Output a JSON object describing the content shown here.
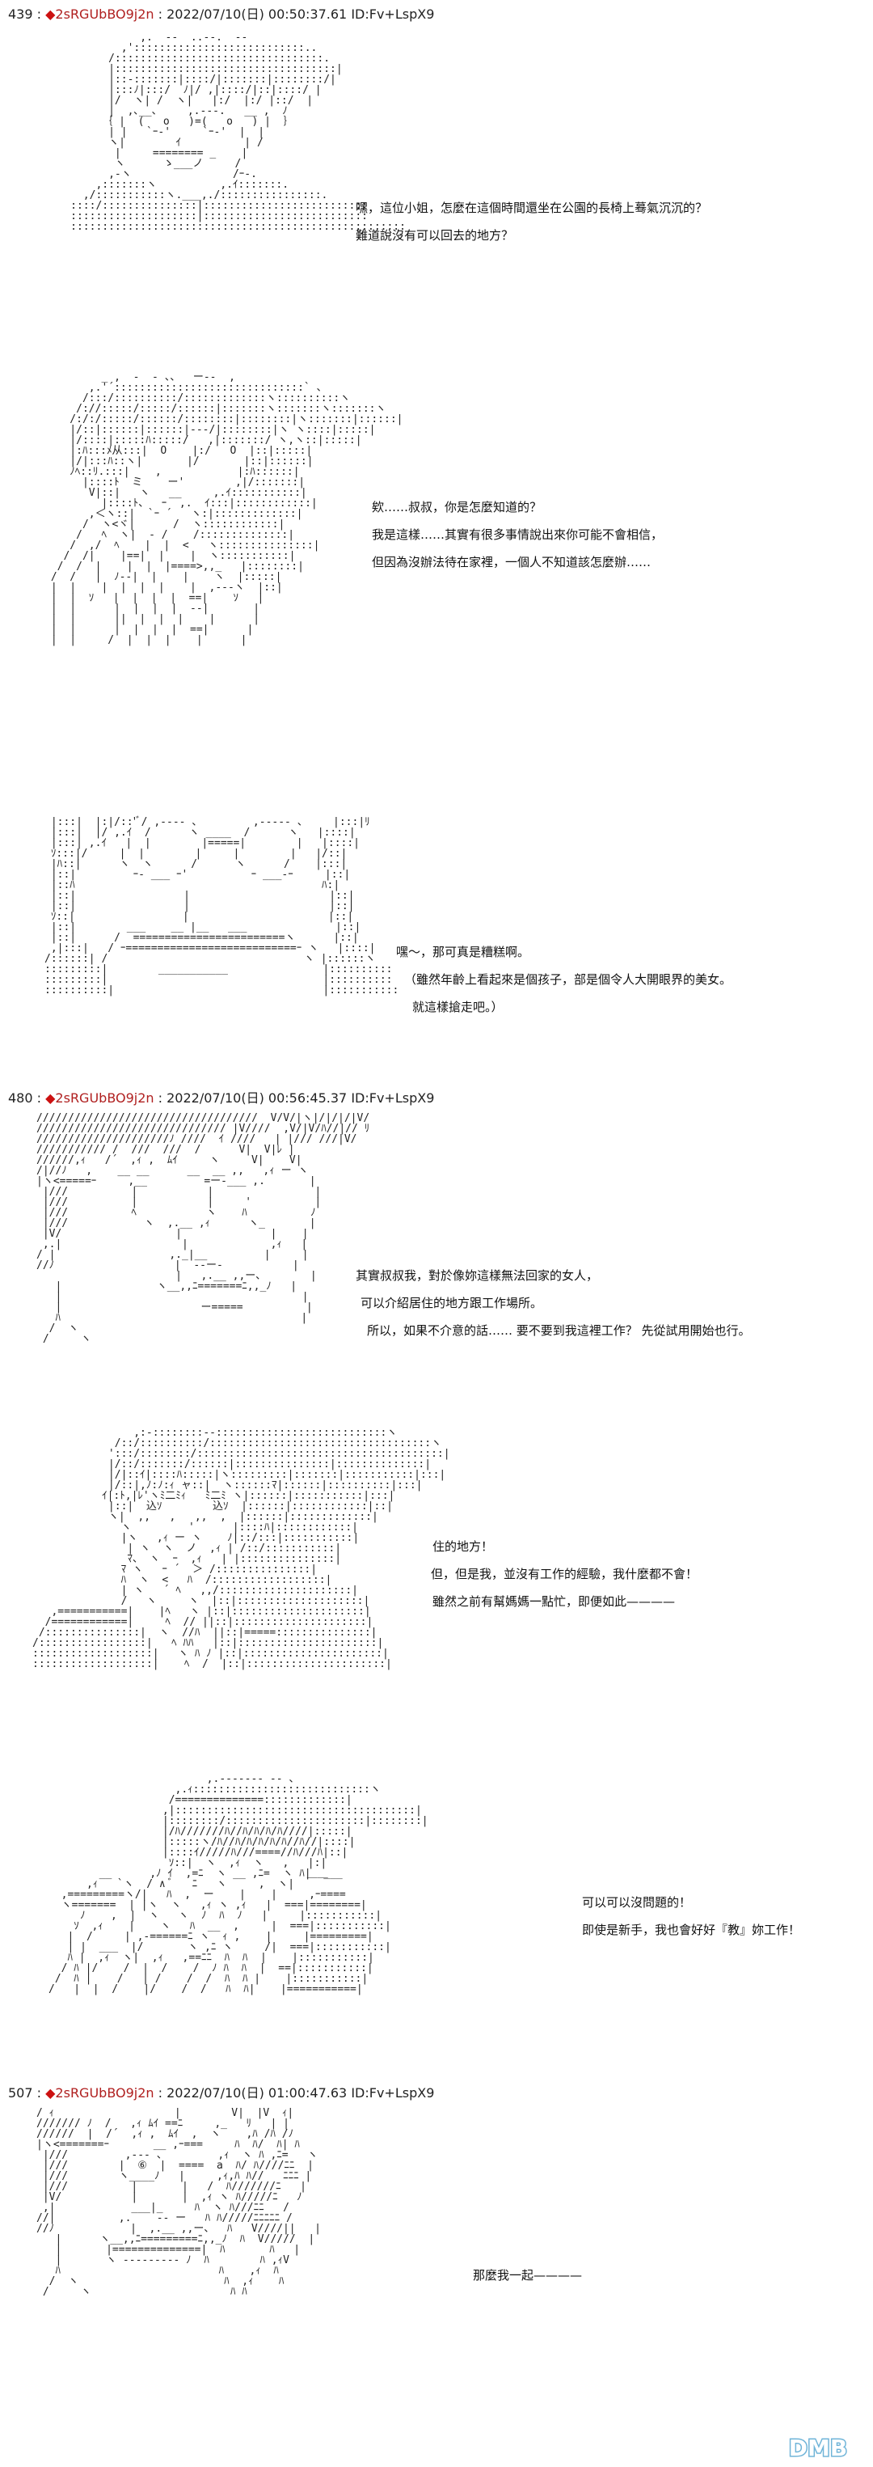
{
  "posts": [
    {
      "number": "439",
      "name": "2sRGUbBO9j2n",
      "date": "2022/07/10(日) 00:50:37.61",
      "id": "ID:Fv+LspX9"
    },
    {
      "number": "480",
      "name": "2sRGUbBO9j2n",
      "date": "2022/07/10(日) 00:56:45.37",
      "id": "ID:Fv+LspX9"
    },
    {
      "number": "507",
      "name": "2sRGUbBO9j2n",
      "date": "2022/07/10(日) 01:00:47.63",
      "id": "ID:Fv+LspX9"
    }
  ],
  "panels": [
    {
      "lines": [
        "嘿，這位小姐，怎麼在這個時間還坐在公園的長椅上蓦氣沉沉的？",
        "難道說沒有可以回去的地方？"
      ]
    },
    {
      "lines": [
        "欸……叔叔，你是怎麼知道的？",
        "我是這樣……其實有很多事情說出來你可能不會相信，",
        "但因為沒辦法待在家裡，一個人不知道該怎麼辦……"
      ]
    },
    {
      "lines": [
        "嘿～，那可真是糟糕啊。",
        "（雖然年齡上看起來是個孩子，部是個令人大開眼界的美女。",
        "就這樣搶走吧。）"
      ]
    },
    {
      "lines": [
        "其實叔叔我，對於像妳這樣無法回家的女人，",
        "可以介紹居住的地方跟工作場所。",
        "所以，如果不介意的話…… 要不要到我這裡工作？ 先從試用開始也行。"
      ]
    },
    {
      "lines": [
        "住的地方！",
        "但，但是我，並沒有工作的經驗，我什麼都不會！",
        "雖然之前有幫媽媽一點忙，即便如此————"
      ]
    },
    {
      "lines": [
        "可以可以沒問題的！",
        "即使是新手，我也會好好『教』妳工作！"
      ]
    },
    {
      "lines": [
        "那麼我一起————"
      ]
    }
  ],
  "watermark": "DMB"
}
